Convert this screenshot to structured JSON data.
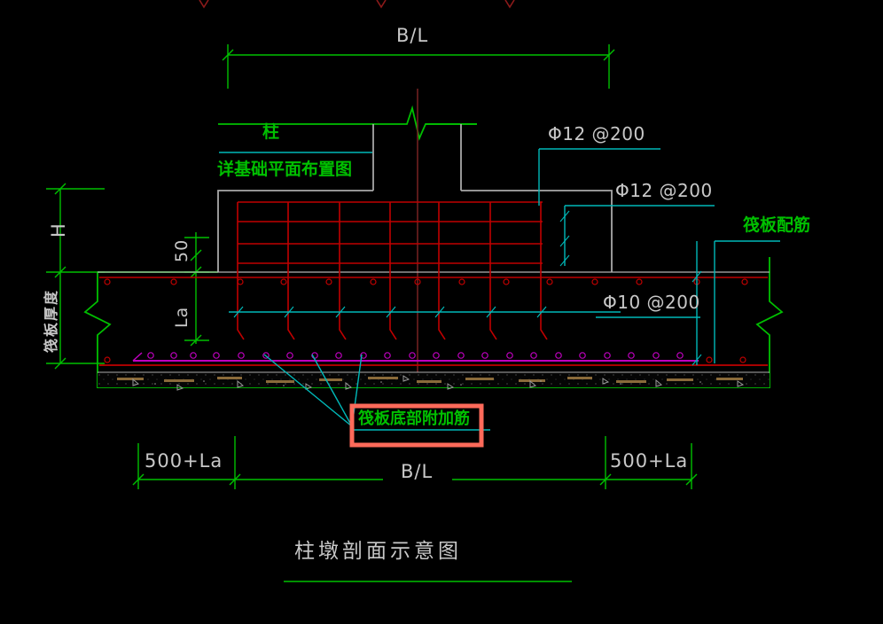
{
  "drawing": {
    "title": "柱墩剖面示意图",
    "title_en_meaning": "column pedestal section diagram",
    "background": "#000000",
    "colors": {
      "green": "#00c000",
      "white": "#c8c8c8",
      "red": "#c00000",
      "cyan": "#00b8b8",
      "magenta": "#c000c0",
      "grey": "#909090",
      "dark_red": "#702020",
      "highlight_box": "#ff6a5a",
      "hatch": "#8a6a3a"
    }
  },
  "dimensions": {
    "top_span": "B/L",
    "bottom_span": "B/L",
    "height_label": "H",
    "cover_label": "50",
    "anchor_label": "La",
    "left_extension": "500+La",
    "right_extension": "500+La",
    "thickness_label": "筏板厚度"
  },
  "callouts": {
    "column": "柱",
    "foundation_plan": "详基础平面布置图",
    "pedestal_top_rebar": "Φ12 @200",
    "pedestal_side_rebar": "Φ12 @200",
    "slab_rebar": "Φ10 @200",
    "raft_reinforcement": "筏板配筋",
    "bottom_additional_rebar": "筏板底部附加筋"
  },
  "highlight": {
    "text": "筏板底部附加筋",
    "border_color": "#ff6a5a",
    "leader_count": 3
  },
  "icons": {
    "break_symbol": "zigzag-break-icon",
    "hook_symbol": "rebar-hook-icon",
    "tick_symbol": "dimension-tick-icon",
    "bar_section": "rebar-section-circle-icon"
  }
}
